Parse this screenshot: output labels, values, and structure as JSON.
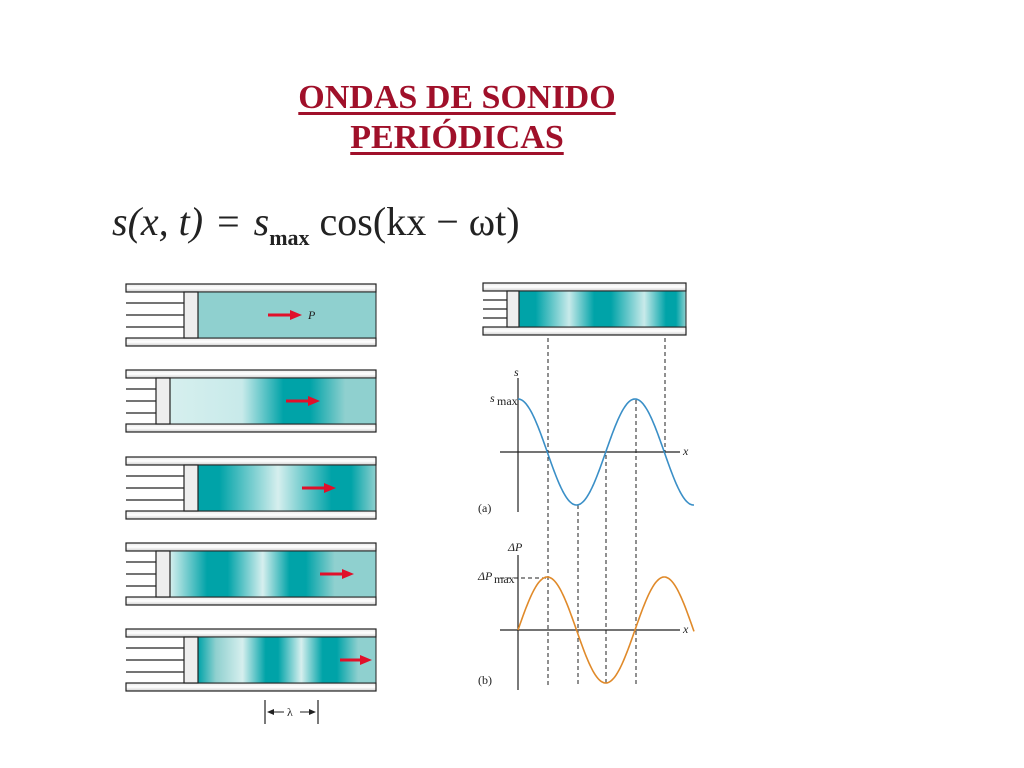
{
  "title_line1": "ONDAS DE SONIDO",
  "title_line2": "PERIÓDICAS",
  "formula": {
    "lhs": "s(x, t)",
    "eq": "=",
    "s": "s",
    "sub": "max",
    "rhs": "cos(kx − ωt)"
  },
  "tubes": {
    "piston_label": "P",
    "wavelength_label": "λ"
  },
  "graph_a": {
    "panel_label": "(a)",
    "y_label": "s",
    "max_label_main": "s",
    "max_label_sub": "max",
    "x_label": "x"
  },
  "graph_b": {
    "panel_label": "(b)",
    "y_label": "ΔP",
    "max_label_main": "ΔP",
    "max_label_sub": "max",
    "x_label": "x"
  },
  "colors": {
    "title": "#a0102a",
    "medium": "#8fd0cf",
    "compression": "#00a3a8",
    "arrow": "#e0102a",
    "curve_s": "#3a8fc7",
    "curve_p": "#e08a2a"
  }
}
